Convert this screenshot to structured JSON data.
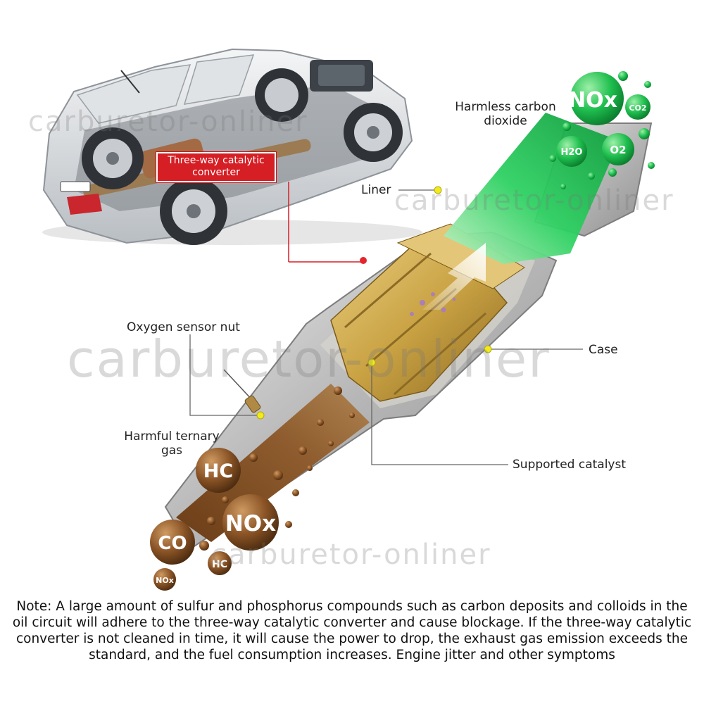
{
  "callouts": {
    "converter_tag_line1": "Three-way catalytic",
    "converter_tag_line2": "converter",
    "harmless_line1": "Harmless carbon",
    "harmless_line2": "dioxide",
    "liner": "Liner",
    "oxygen_sensor": "Oxygen sensor nut",
    "case": "Case",
    "harmful_line1": "Harmful ternary",
    "harmful_line2": "gas",
    "supported_catalyst": "Supported catalyst"
  },
  "molecules": {
    "harmful": {
      "hc_large": "HC",
      "nox_large": "NOx",
      "co": "CO",
      "hc_small": "HC",
      "nox_small": "NOx"
    },
    "clean": {
      "nox": "NOx",
      "co2": "CO2",
      "h2o": "H2O",
      "o2": "O2"
    }
  },
  "watermark": "carburetor-onliner",
  "note": "Note: A large amount of sulfur and phosphorus compounds such as carbon deposits and colloids in the oil circuit will adhere to the three-way catalytic converter and cause blockage. If the three-way catalytic converter is not cleaned in time, it will cause the power to drop, the exhaust gas emission exceeds the standard, and the fuel consumption increases. Engine jitter and other symptoms",
  "colors": {
    "harmful_gas": "#8a5426",
    "clean_gas": "#1fbf4f",
    "catalyst": "#c9a243",
    "tag_red": "#d61e25",
    "marker_yellow": "#f2ea1c"
  }
}
